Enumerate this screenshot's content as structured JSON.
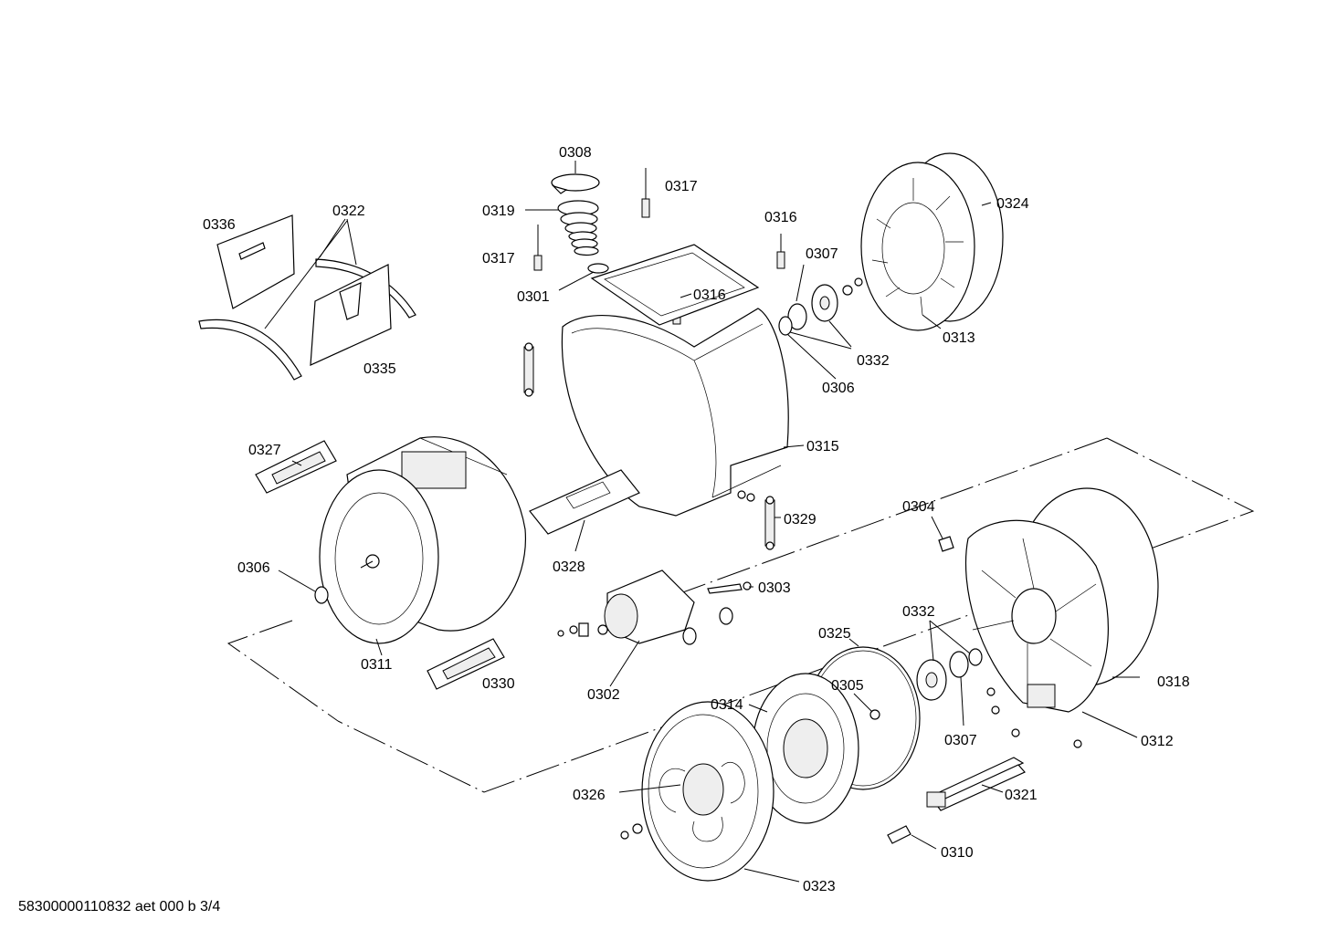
{
  "labels": {
    "l0308": "0308",
    "l0317a": "0317",
    "l0319": "0319",
    "l0336": "0336",
    "l0322": "0322",
    "l0317b": "0317",
    "l0316a": "0316",
    "l0307a": "0307",
    "l0324": "0324",
    "l0301": "0301",
    "l0316b": "0316",
    "l0332a": "0332",
    "l0313": "0313",
    "l0335": "0335",
    "l0306a": "0306",
    "l0327": "0327",
    "l0315": "0315",
    "l0304": "0304",
    "l0329": "0329",
    "l0306b": "0306",
    "l0328": "0328",
    "l0303": "0303",
    "l0332b": "0332",
    "l0325": "0325",
    "l0311": "0311",
    "l0330": "0330",
    "l0302": "0302",
    "l0305": "0305",
    "l0314": "0314",
    "l0318": "0318",
    "l0307b": "0307",
    "l0312": "0312",
    "l0326": "0326",
    "l0321": "0321",
    "l0310": "0310",
    "l0323": "0323"
  },
  "footer": "58300000110832 aet 000 b 3/4"
}
